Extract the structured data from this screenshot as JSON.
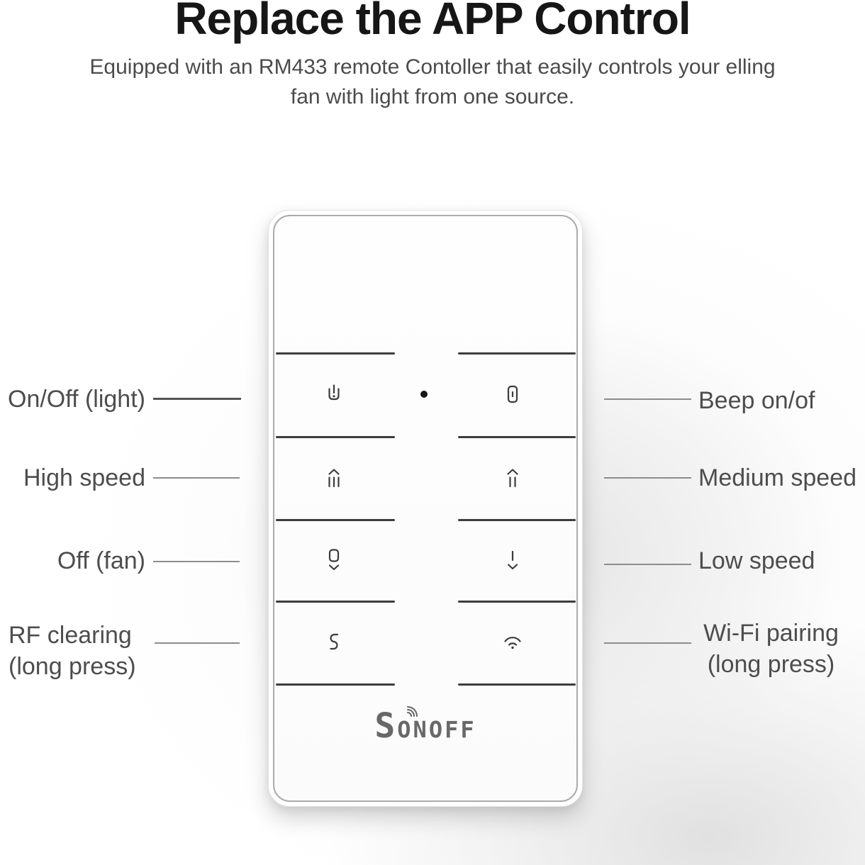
{
  "header": {
    "title": "Replace the APP Control",
    "subtitle_line1": "Equipped with an RM433 remote Contoller that easily controls your elling",
    "subtitle_line2": "fan with light from one source."
  },
  "callouts": {
    "left": [
      {
        "label": "On/Off (light)"
      },
      {
        "label": "High speed"
      },
      {
        "label": "Off (fan)"
      },
      {
        "label": "RF clearing",
        "label2": "(long press)"
      }
    ],
    "right": [
      {
        "label": "Beep on/of"
      },
      {
        "label": "Medium speed"
      },
      {
        "label": "Low speed"
      },
      {
        "label": "Wi-Fi pairing",
        "label2": "(long press)"
      }
    ]
  },
  "remote": {
    "brand": "SONOFF",
    "model_mentioned": "RM433",
    "led": "status-led-dot",
    "buttons": [
      {
        "id": "light-onoff",
        "icon": "light-power-icon",
        "function": "On/Off (light)"
      },
      {
        "id": "beep",
        "icon": "beep-icon",
        "function": "Beep on/of"
      },
      {
        "id": "high-speed",
        "icon": "fan-high-icon",
        "function": "High speed"
      },
      {
        "id": "medium-speed",
        "icon": "fan-medium-icon",
        "function": "Medium speed"
      },
      {
        "id": "fan-off",
        "icon": "fan-off-icon",
        "function": "Off (fan)"
      },
      {
        "id": "low-speed",
        "icon": "fan-low-icon",
        "function": "Low speed"
      },
      {
        "id": "rf-clearing",
        "icon": "rf-link-icon",
        "function": "RF clearing (long press)"
      },
      {
        "id": "wifi-pairing",
        "icon": "wifi-icon",
        "function": "Wi-Fi pairing (long press)"
      }
    ]
  },
  "colors": {
    "title": "#161616",
    "label_text": "#4d4d4d",
    "separator": "#3d3d3d",
    "icon": "#3c3c3c",
    "logo": "#686868",
    "backdrop_gray": "#e3e3e3",
    "remote_inner_border": "#ababab"
  }
}
